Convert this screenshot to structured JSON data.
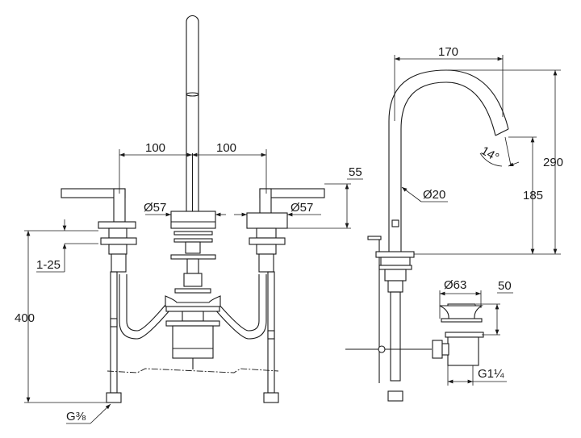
{
  "drawing": {
    "front_view": {
      "spacing_left": "100",
      "spacing_right": "100",
      "handle_height": "55",
      "diameter_left": "Ø57",
      "diameter_right": "Ø57",
      "deck_thickness": "1-25",
      "hose_length": "400",
      "connection_thread": "G⅜"
    },
    "side_view": {
      "spout_reach": "170",
      "spout_angle": "14°",
      "total_height": "290",
      "outlet_height": "185",
      "spout_diameter": "Ø20",
      "drain_diameter": "Ø63",
      "drain_height": "50",
      "drain_thread": "G1¼"
    }
  }
}
